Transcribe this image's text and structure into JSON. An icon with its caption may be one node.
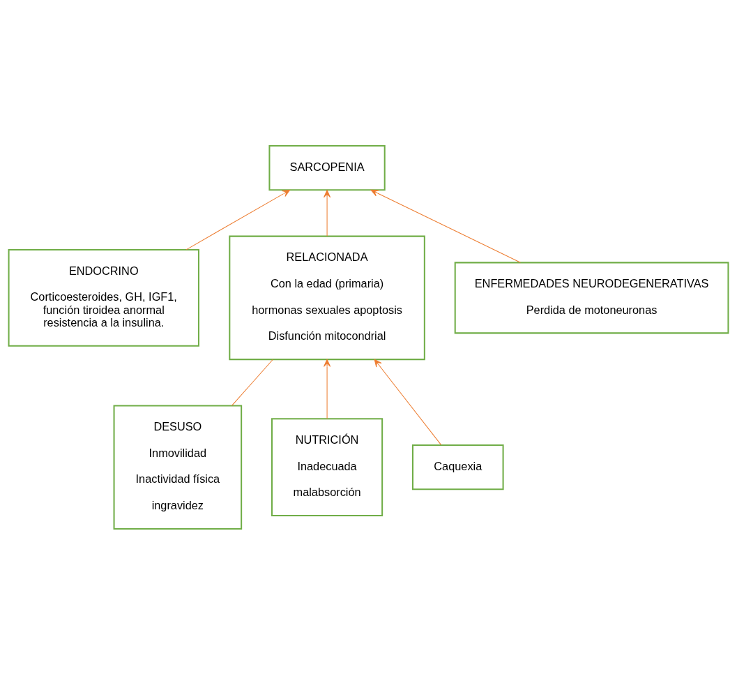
{
  "diagram": {
    "nodes": [
      {
        "text": [
          "SARCOPENIA"
        ]
      },
      {
        "text": [
          "ENDOCRINO",
          "Corticoesteroides, GH, IGF1, función tiroidea anormal resistencia a la insulina."
        ]
      },
      {
        "text": [
          "RELACIONADA",
          "Con la edad (primaria)",
          "hormonas sexuales apoptosis",
          "Disfunción mitocondrial"
        ]
      },
      {
        "text": [
          "ENFERMEDADES NEURODEGENERATIVAS",
          "Perdida de motoneuronas"
        ]
      },
      {
        "text": [
          "DESUSO",
          "Inmovilidad",
          "Inactividad física",
          "ingravidez"
        ]
      },
      {
        "text": [
          "NUTRICIÓN",
          "Inadecuada",
          "malabsorción"
        ]
      },
      {
        "text": [
          "Caquexia"
        ]
      }
    ],
    "edges": [
      {
        "from": 1,
        "to": 0,
        "arrow": "to"
      },
      {
        "from": 2,
        "to": 0,
        "arrow": "to"
      },
      {
        "from": 3,
        "to": 0,
        "arrow": "to"
      },
      {
        "from": 4,
        "to": 2,
        "arrow": "none"
      },
      {
        "from": 5,
        "to": 2,
        "arrow": "to"
      },
      {
        "from": 6,
        "to": 2,
        "arrow": "to"
      }
    ]
  }
}
